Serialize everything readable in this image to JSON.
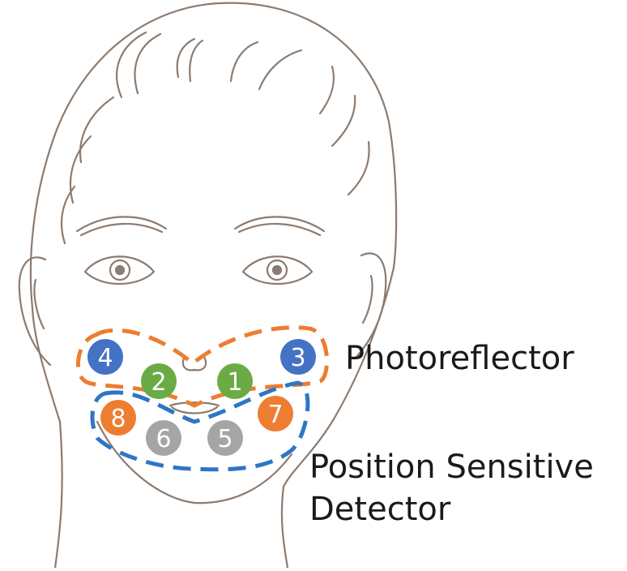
{
  "labels": {
    "photoreflector": "Photoreflector",
    "psd_line1": "Position Sensitive",
    "psd_line2": "Detector"
  },
  "markers": [
    {
      "id": "1",
      "group": "photoreflector",
      "color": "#6aab45"
    },
    {
      "id": "2",
      "group": "photoreflector",
      "color": "#6aab45"
    },
    {
      "id": "3",
      "group": "photoreflector",
      "color": "#4472c4"
    },
    {
      "id": "4",
      "group": "photoreflector",
      "color": "#4472c4"
    },
    {
      "id": "5",
      "group": "psd",
      "color": "#a5a5a5"
    },
    {
      "id": "6",
      "group": "psd",
      "color": "#a5a5a5"
    },
    {
      "id": "7",
      "group": "psd",
      "color": "#ed7d31"
    },
    {
      "id": "8",
      "group": "psd",
      "color": "#ed7d31"
    }
  ],
  "colors": {
    "photoreflector_outline": "#ed7d31",
    "psd_outline": "#2e75c6",
    "face_line": "#8c7b6f"
  }
}
